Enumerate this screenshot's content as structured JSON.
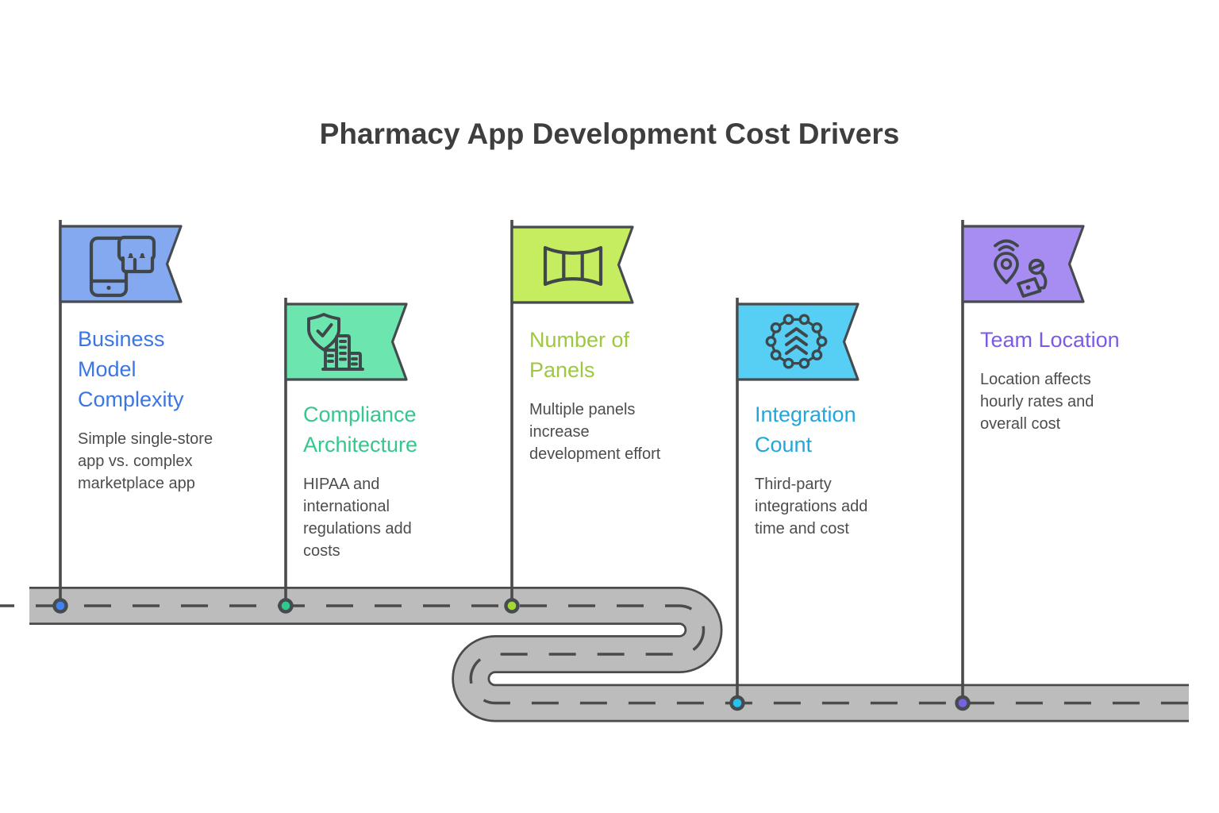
{
  "title": {
    "text": "Pharmacy App Development Cost Drivers",
    "color": "#3e3e3e"
  },
  "road": {
    "surface_color": "#bcbcbc",
    "edge_color": "#4b4b4b",
    "pole_color": "#4b4b4b"
  },
  "items": [
    {
      "heading": "Business\nModel\nComplexity",
      "body": "Simple single-store\napp vs. complex\nmarketplace app",
      "accent": "#3b76e1",
      "flag_fill": "#84a9f1",
      "dot_fill": "#4083f0",
      "icon": "mobile-storefront-icon"
    },
    {
      "heading": "Compliance\nArchitecture",
      "body": "HIPAA and\ninternational\nregulations add\ncosts",
      "accent": "#35c78d",
      "flag_fill": "#6ce6ae",
      "dot_fill": "#2fc98b",
      "icon": "shield-check-building-icon"
    },
    {
      "heading": "Number of\nPanels",
      "body": "Multiple panels\nincrease\ndevelopment effort",
      "accent": "#9dc83f",
      "flag_fill": "#c6ec60",
      "dot_fill": "#a4d931",
      "icon": "panorama-panels-icon"
    },
    {
      "heading": "Integration\nCount",
      "body": "Third-party\nintegrations add\ntime and cost",
      "accent": "#22a7dc",
      "flag_fill": "#57cff4",
      "dot_fill": "#27c2f0",
      "icon": "integration-network-icon"
    },
    {
      "heading": "Team Location",
      "body": "Location affects\nhourly rates and\noverall cost",
      "accent": "#7a5be8",
      "flag_fill": "#a78df2",
      "dot_fill": "#7663e4",
      "icon": "location-remote-worker-icon"
    }
  ]
}
